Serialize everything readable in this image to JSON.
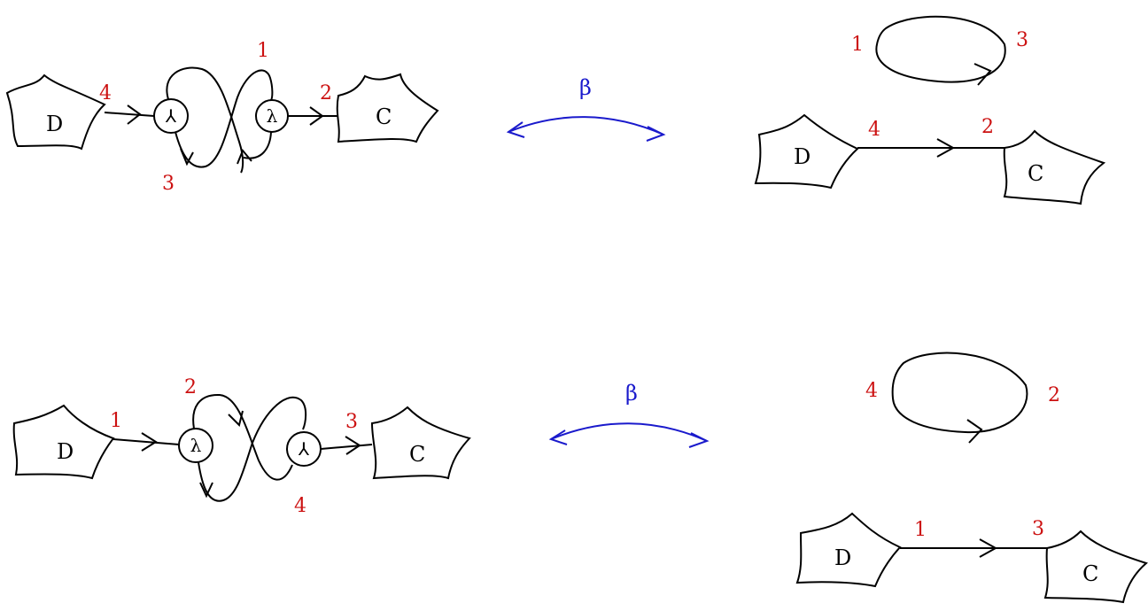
{
  "colors": {
    "label": "#cc1111",
    "arrow": "#1a1acc",
    "ink": "#000000"
  },
  "top": {
    "left": {
      "node_left": "D",
      "node_right": "C",
      "vertex_a": "⅄",
      "vertex_b": "λ",
      "labels": {
        "l4": "4",
        "l1": "1",
        "l2": "2",
        "l3": "3"
      }
    },
    "arrow_label": "β",
    "right": {
      "node_left": "D",
      "node_right": "C",
      "labels": {
        "l1": "1",
        "l3": "3",
        "l4": "4",
        "l2": "2"
      }
    }
  },
  "bottom": {
    "left": {
      "node_left": "D",
      "node_right": "C",
      "vertex_a": "λ",
      "vertex_b": "⅄",
      "labels": {
        "l1": "1",
        "l2": "2",
        "l3": "3",
        "l4": "4"
      }
    },
    "arrow_label": "β",
    "right": {
      "node_left": "D",
      "node_right": "C",
      "labels": {
        "l4": "4",
        "l2": "2",
        "l1": "1",
        "l3": "3"
      }
    }
  }
}
